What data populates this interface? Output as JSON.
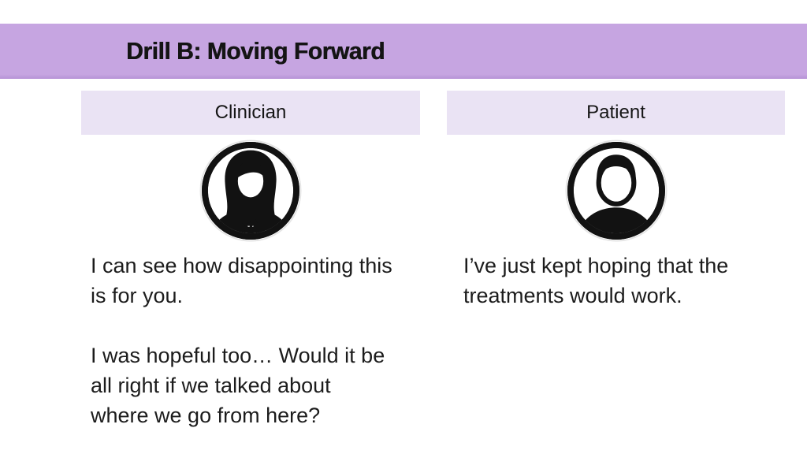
{
  "slide": {
    "title": "Drill B: Moving Forward",
    "colors": {
      "band_purple": "#c6a5e1",
      "band_edge": "#b692d6",
      "column_header_bg": "#eae3f4",
      "text": "#1c1c1c",
      "icon_ink": "#121212",
      "background": "#ffffff"
    },
    "icons": [
      "clinician-avatar-icon",
      "patient-avatar-icon"
    ],
    "columns": [
      {
        "header": "Clinician",
        "avatar": "clinician-avatar-icon",
        "lines": [
          "I can see how disappointing this",
          "is for you.",
          "",
          "I was hopeful too… Would it be",
          "all right if we talked about",
          "where we go from here?"
        ]
      },
      {
        "header": "Patient",
        "avatar": "patient-avatar-icon",
        "lines": [
          "I’ve just kept hoping that the",
          "treatments would work."
        ]
      }
    ]
  }
}
